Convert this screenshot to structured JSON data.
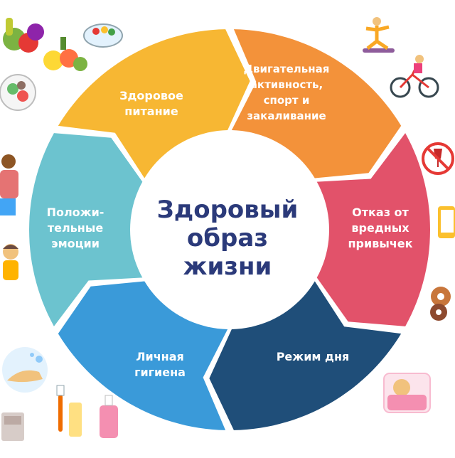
{
  "diagram": {
    "center_title": "Здоровый\nобраз\nжизни",
    "segments": [
      {
        "label": "Здоровое\nпитание",
        "color": "#f7b733"
      },
      {
        "label": "Двигательная\nактивность,\nспорт и\nзакаливание",
        "color": "#f3923a"
      },
      {
        "label": "Отказ от\nвредных\nпривычек",
        "color": "#e2526a"
      },
      {
        "label": "Режим дня",
        "color": "#1f4e79"
      },
      {
        "label": "Личная\nгигиена",
        "color": "#3a9ad9"
      },
      {
        "label": "Положи-\nтельные\nэмоции",
        "color": "#6cc3cf"
      }
    ]
  },
  "illustrations": [
    "vegetables-icon",
    "fruit-bowl-icon",
    "salad-plate-icon",
    "yoga-person-icon",
    "cyclist-icon",
    "no-alcohol-sign-icon",
    "phone-hand-icon",
    "donuts-icon",
    "sleeping-person-icon",
    "hand-washing-icon",
    "toothbrush-icon",
    "hygiene-bottles-icon",
    "mother-child-icon",
    "happy-child-icon",
    "laundry-icon"
  ]
}
